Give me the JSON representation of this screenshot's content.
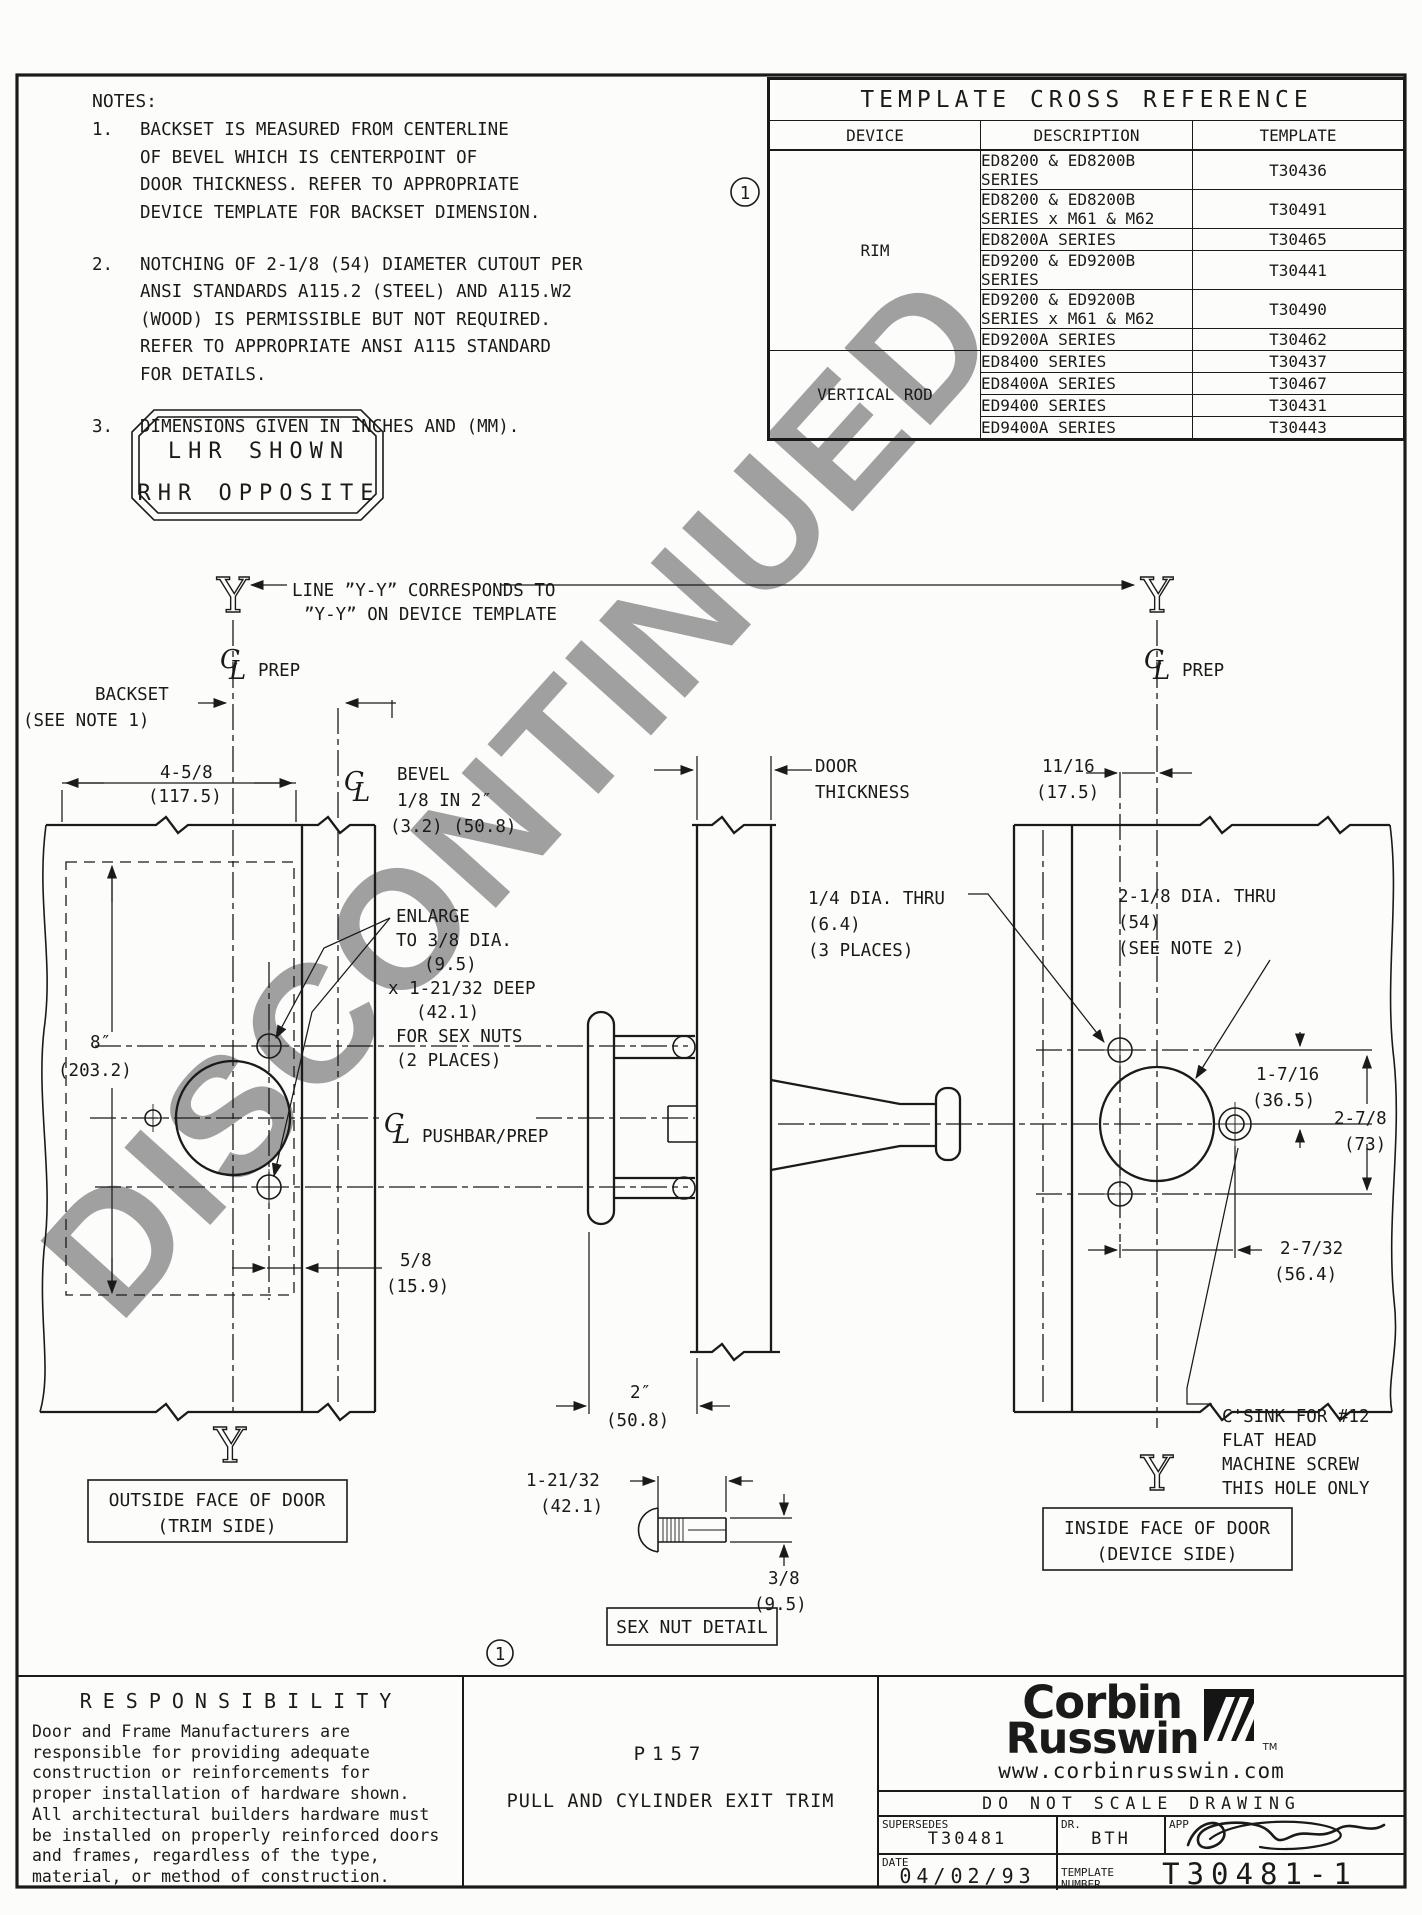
{
  "watermark": "DISCONTINUED",
  "notes": {
    "title": "NOTES:",
    "items": [
      {
        "num": "1.",
        "lines": [
          "BACKSET IS MEASURED FROM CENTERLINE",
          "OF BEVEL WHICH IS CENTERPOINT OF",
          "DOOR THICKNESS.  REFER TO APPROPRIATE",
          "DEVICE TEMPLATE FOR BACKSET DIMENSION."
        ]
      },
      {
        "num": "2.",
        "lines": [
          "NOTCHING OF 2-1/8 (54) DIAMETER CUTOUT PER",
          "ANSI STANDARDS A115.2 (STEEL) AND A115.W2",
          "(WOOD) IS PERMISSIBLE BUT NOT REQUIRED.",
          "REFER TO APPROPRIATE ANSI A115 STANDARD",
          "FOR DETAILS."
        ]
      },
      {
        "num": "3.",
        "lines": [
          "DIMENSIONS GIVEN IN INCHES AND (MM)."
        ]
      }
    ]
  },
  "handing": {
    "line1": "LHR SHOWN",
    "line2": "RHR OPPOSITE"
  },
  "table": {
    "title": "TEMPLATE CROSS REFERENCE",
    "headers": {
      "device": "DEVICE",
      "description": "DESCRIPTION",
      "template": "TEMPLATE"
    },
    "groups": [
      {
        "device": "RIM",
        "rows": [
          {
            "desc": "ED8200 & ED8200B SERIES",
            "tpl": "T30436"
          },
          {
            "desc": "ED8200 & ED8200B SERIES x M61 & M62",
            "tpl": "T30491"
          },
          {
            "desc": "ED8200A SERIES",
            "tpl": "T30465"
          },
          {
            "desc": "ED9200 & ED9200B SERIES",
            "tpl": "T30441"
          },
          {
            "desc": "ED9200 & ED9200B SERIES x M61 & M62",
            "tpl": "T30490"
          },
          {
            "desc": "ED9200A SERIES",
            "tpl": "T30462"
          }
        ]
      },
      {
        "device": "VERTICAL ROD",
        "rows": [
          {
            "desc": "ED8400 SERIES",
            "tpl": "T30437"
          },
          {
            "desc": "ED8400A SERIES",
            "tpl": "T30467"
          },
          {
            "desc": "ED9400 SERIES",
            "tpl": "T30431"
          },
          {
            "desc": "ED9400A SERIES",
            "tpl": "T30443"
          }
        ]
      }
    ]
  },
  "drawing": {
    "one": "1",
    "y": "Y",
    "cl_c": "C",
    "cl_l": "L",
    "prep": "PREP",
    "yy1": "LINE ”Y-Y” CORRESPONDS TO",
    "yy2": "”Y-Y” ON DEVICE TEMPLATE",
    "backset1": "BACKSET",
    "backset2": "(SEE NOTE 1)",
    "d458a": "4-5/8",
    "d458b": "(117.5)",
    "bevel1": "BEVEL",
    "bevel2": "1/8 IN 2″",
    "bevel3": "(3.2) (50.8)",
    "dth1": "DOOR",
    "dth2": "THICKNESS",
    "d1116a": "11/16",
    "d1116b": "(17.5)",
    "enl1": "ENLARGE",
    "enl2": "TO 3/8 DIA.",
    "enl3": "(9.5)",
    "enl4": "x 1-21/32 DEEP",
    "enl5": "(42.1)",
    "enl6": "FOR SEX NUTS",
    "enl7": "(2 PLACES)",
    "d14a": "1/4 DIA. THRU",
    "d14b": "(6.4)",
    "d14c": "(3 PLACES)",
    "d218a": "2-1/8 DIA. THRU",
    "d218b": "(54)",
    "d218c": "(SEE NOTE 2)",
    "pushbar": "PUSHBAR/PREP",
    "d8a": "8″",
    "d8b": "(203.2)",
    "d58a": "5/8",
    "d58b": "(15.9)",
    "d1716a": "1-7/16",
    "d1716b": "(36.5)",
    "d278a": "2-7/8",
    "d278b": "(73)",
    "d2732a": "2-7/32",
    "d2732b": "(56.4)",
    "csink1": "C'SINK FOR #12",
    "csink2": "FLAT HEAD",
    "csink3": "MACHINE SCREW",
    "csink4": "THIS HOLE ONLY",
    "d2a": "2″",
    "d2b": "(50.8)",
    "d12132a": "1-21/32",
    "d12132b": "(42.1)",
    "d38a": "3/8",
    "d38b": "(9.5)",
    "box_out1": "OUTSIDE FACE OF DOOR",
    "box_out2": "(TRIM SIDE)",
    "box_in1": "INSIDE FACE OF DOOR",
    "box_in2": "(DEVICE SIDE)",
    "sexnut_box": "SEX NUT DETAIL"
  },
  "titleblock": {
    "responsibility_title": "RESPONSIBILITY",
    "responsibility_lines": [
      "Door and Frame Manufacturers are",
      "responsible for providing adequate",
      "construction or reinforcements for",
      "proper installation of hardware shown.",
      "All architectural builders hardware must",
      "be installed on properly reinforced doors",
      "and frames, regardless of the type,",
      "material, or method of construction."
    ],
    "part_number": "P157",
    "part_name": "PULL AND CYLINDER EXIT TRIM",
    "brand_line1": "Corbin",
    "brand_line2": "Russwin",
    "brand_tm": "TM",
    "website": "www.corbinrusswin.com",
    "do_not_scale": "DO NOT SCALE DRAWING",
    "supersedes_label": "SUPERSEDES",
    "supersedes_value": "T30481",
    "dr_label": "DR.",
    "dr_value": "BTH",
    "app_label": "APP",
    "date_label": "DATE",
    "date_value": "04/02/93",
    "template_label_1": "TEMPLATE",
    "template_label_2": "NUMBER",
    "template_value": "T30481-1"
  }
}
